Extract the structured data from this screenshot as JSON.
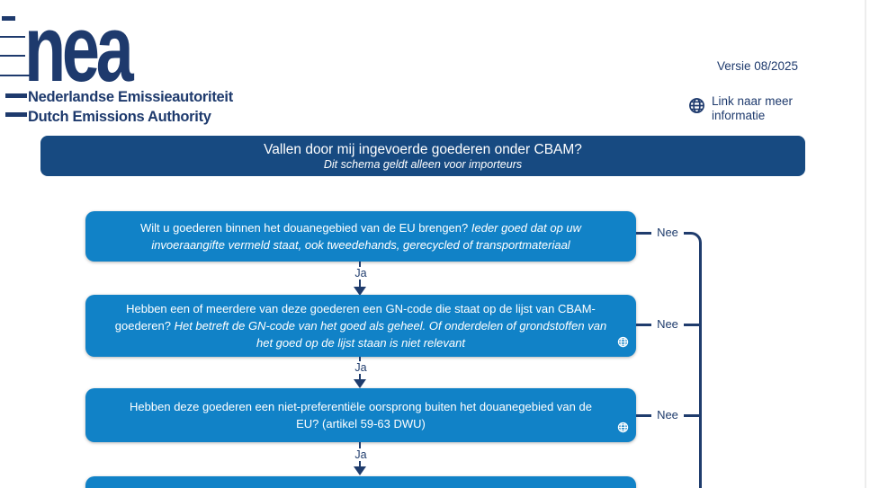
{
  "colors": {
    "box_blue": "#1182c7",
    "banner_navy": "#174a81",
    "logo_navy": "#1e3a6d",
    "connector_navy": "#1f3c6d",
    "text_on_blue": "#ffffff"
  },
  "logo": {
    "wordmark": "nea",
    "org_dutch": "Nederlandse Emissieautoriteit",
    "org_english": "Dutch Emissions Authority"
  },
  "meta": {
    "version_label": "Versie 08/2025"
  },
  "link_more_info": {
    "line1": "Link naar meer",
    "line2": "informatie"
  },
  "banner": {
    "title": "Vallen door mij ingevoerde goederen onder CBAM?",
    "subtitle": "Dit schema geldt alleen voor importeurs"
  },
  "flow": {
    "yes_label": "Ja",
    "no_label": "Nee",
    "boxes": [
      {
        "question": "Wilt u goederen binnen het douanegebied van de EU brengen?",
        "note": "Ieder goed dat op uw invoeraangifte vermeld staat, ook tweedehands, gerecycled of transportmateriaal",
        "has_globe_link": false
      },
      {
        "question": "Hebben een of meerdere van deze goederen een GN-code die staat op de lijst van CBAM-goederen?",
        "note": "Het betreft de GN-code van het goed als geheel. Of onderdelen of grondstoffen van het goed op de lijst staan is niet relevant",
        "has_globe_link": true
      },
      {
        "question": "Hebben deze goederen een niet-preferentiële oorsprong buiten het douanegebied van de EU? (artikel 59-63 DWU)",
        "note": "",
        "has_globe_link": true
      },
      {
        "question": "",
        "note": "",
        "has_globe_link": false
      }
    ]
  }
}
